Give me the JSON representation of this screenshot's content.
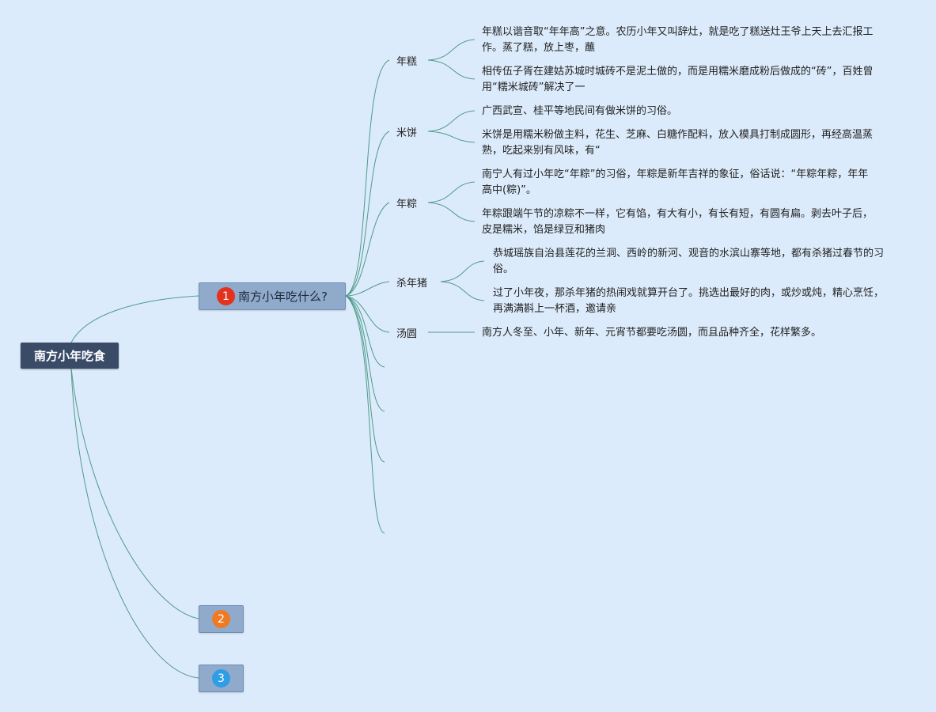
{
  "colors": {
    "background": "#dcebfb",
    "root_fill": "#3a4b68",
    "branch_fill": "#8faacb",
    "line": "#4f9a8a",
    "badge_1": "#e3321e",
    "badge_2": "#ef7a26",
    "badge_3": "#2d9ee6"
  },
  "root": {
    "label": "南方小年吃食"
  },
  "branches": [
    {
      "number": "1",
      "title": "南方小年吃什么?",
      "badge_icon": "number-1-badge-icon"
    },
    {
      "number": "2",
      "title": "",
      "badge_icon": "number-2-badge-icon"
    },
    {
      "number": "3",
      "title": "",
      "badge_icon": "number-3-badge-icon"
    }
  ],
  "topics": [
    {
      "label": "年糕",
      "details": [
        "年糕以谐音取“年年高”之意。农历小年又叫辞灶，就是吃了糕送灶王爷上天上去汇报工作。蒸了糕，放上枣，蘸",
        "相传伍子胥在建姑苏城时城砖不是泥土做的，而是用糯米磨成粉后做成的“砖”，百姓曾用“糯米城砖”解决了一"
      ]
    },
    {
      "label": "米饼",
      "details": [
        "广西武宣、桂平等地民间有做米饼的习俗。",
        "米饼是用糯米粉做主料，花生、芝麻、白糖作配料，放入模具打制成圆形，再经高温蒸熟，吃起来别有风味，有“"
      ]
    },
    {
      "label": "年粽",
      "details": [
        "南宁人有过小年吃“年粽”的习俗，年粽是新年吉祥的象征，俗话说：“年粽年粽，年年高中(粽)”。",
        "年粽跟端午节的凉粽不一样，它有馅，有大有小，有长有短，有圆有扁。剥去叶子后，皮是糯米，馅是绿豆和猪肉"
      ]
    },
    {
      "label": "杀年猪",
      "details": [
        "恭城瑶族自治县莲花的兰洞、西岭的新河、观音的水滨山寨等地，都有杀猪过春节的习俗。",
        "过了小年夜，那杀年猪的热闹戏就算开台了。挑选出最好的肉，或炒或炖，精心烹饪，再满满斟上一杯酒，邀请亲"
      ]
    },
    {
      "label": "汤圆",
      "details": [
        "南方人冬至、小年、新年、元宵节都要吃汤圆，而且品种齐全，花样繁多。"
      ]
    }
  ]
}
